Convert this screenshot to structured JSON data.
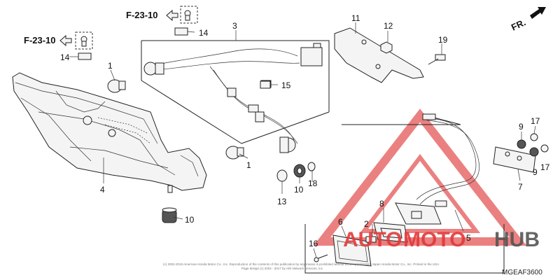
{
  "diagram": {
    "callouts": {
      "c1a": "1",
      "c1b": "1",
      "c2": "2",
      "c3": "3",
      "c4": "4",
      "c5": "5",
      "c6": "6",
      "c7": "7",
      "c8": "8",
      "c9a": "9",
      "c9b": "9",
      "c10a": "10",
      "c10b": "10",
      "c11": "11",
      "c12": "12",
      "c13": "13",
      "c14a": "14",
      "c14b": "14",
      "c15": "15",
      "c16": "16",
      "c17a": "17",
      "c17b": "17",
      "c18": "18",
      "c19": "19"
    },
    "refs": {
      "top": "F-23-10",
      "left": "F-23-10"
    },
    "direction": "FR.",
    "copyright": {
      "line1": "(c) 2002-2019 American Honda Motor Co., Inc. Reproduction of the contents of this publication by any means is prohibited without written permission. Japan Honda Motor Co., Inc. Printed in the USA",
      "line2": "Page design (c) 2004 - 2017 by ARI Network Services, Inc."
    },
    "code": "MGEAF3600"
  },
  "watermark": {
    "text_a": "AUTO",
    "text_b": "MOTO",
    "text_c": "HUB",
    "colors": {
      "red": "#e23a3a",
      "grey": "#555555"
    }
  }
}
